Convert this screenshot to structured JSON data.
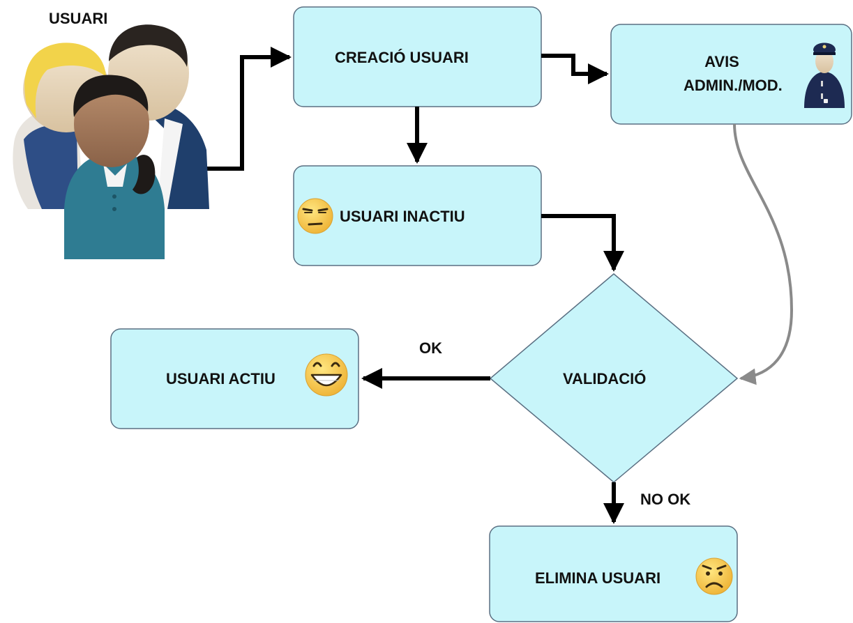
{
  "colors": {
    "box_fill": "#c8f5fa",
    "box_stroke": "#5a6f82",
    "arrow": "#000000",
    "arrow_secondary": "#8a8a8a",
    "emoji_face": "#f6c847"
  },
  "title": "USUARI",
  "nodes": {
    "creacio": "CREACIÓ USUARI",
    "avis_line1": "AVIS",
    "avis_line2": "ADMIN./MOD.",
    "inactiu": "USUARI INACTIU",
    "validacio": "VALIDACIÓ",
    "actiu": "USUARI ACTIU",
    "elimina": "ELIMINA USUARI"
  },
  "edges": {
    "ok": "OK",
    "no_ok": "NO OK"
  },
  "icons": {
    "users": "users-group-icon",
    "admin": "police-officer-icon",
    "inactive": "unamused-face-icon",
    "active": "grinning-face-icon",
    "remove": "frowning-face-icon"
  }
}
